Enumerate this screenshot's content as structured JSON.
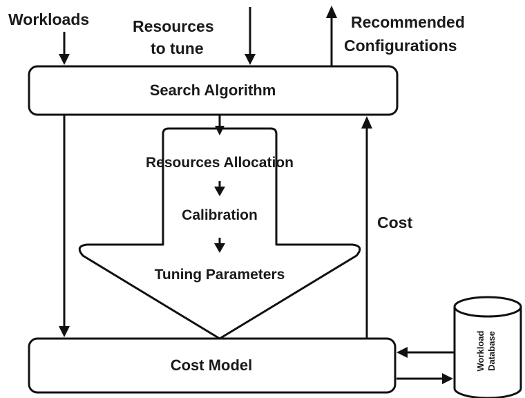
{
  "labels": {
    "workloads": "Workloads",
    "resources_line1": "Resources",
    "resources_line2": "to tune",
    "recommended_line1": "Recommended",
    "recommended_line2": "Configurations",
    "search_algorithm": "Search Algorithm",
    "resources_allocation": "Resources Allocation",
    "calibration": "Calibration",
    "tuning_parameters": "Tuning Parameters",
    "cost": "Cost",
    "cost_model": "Cost Model",
    "workload_db_line1": "Workload",
    "workload_db_line2": "Database"
  }
}
